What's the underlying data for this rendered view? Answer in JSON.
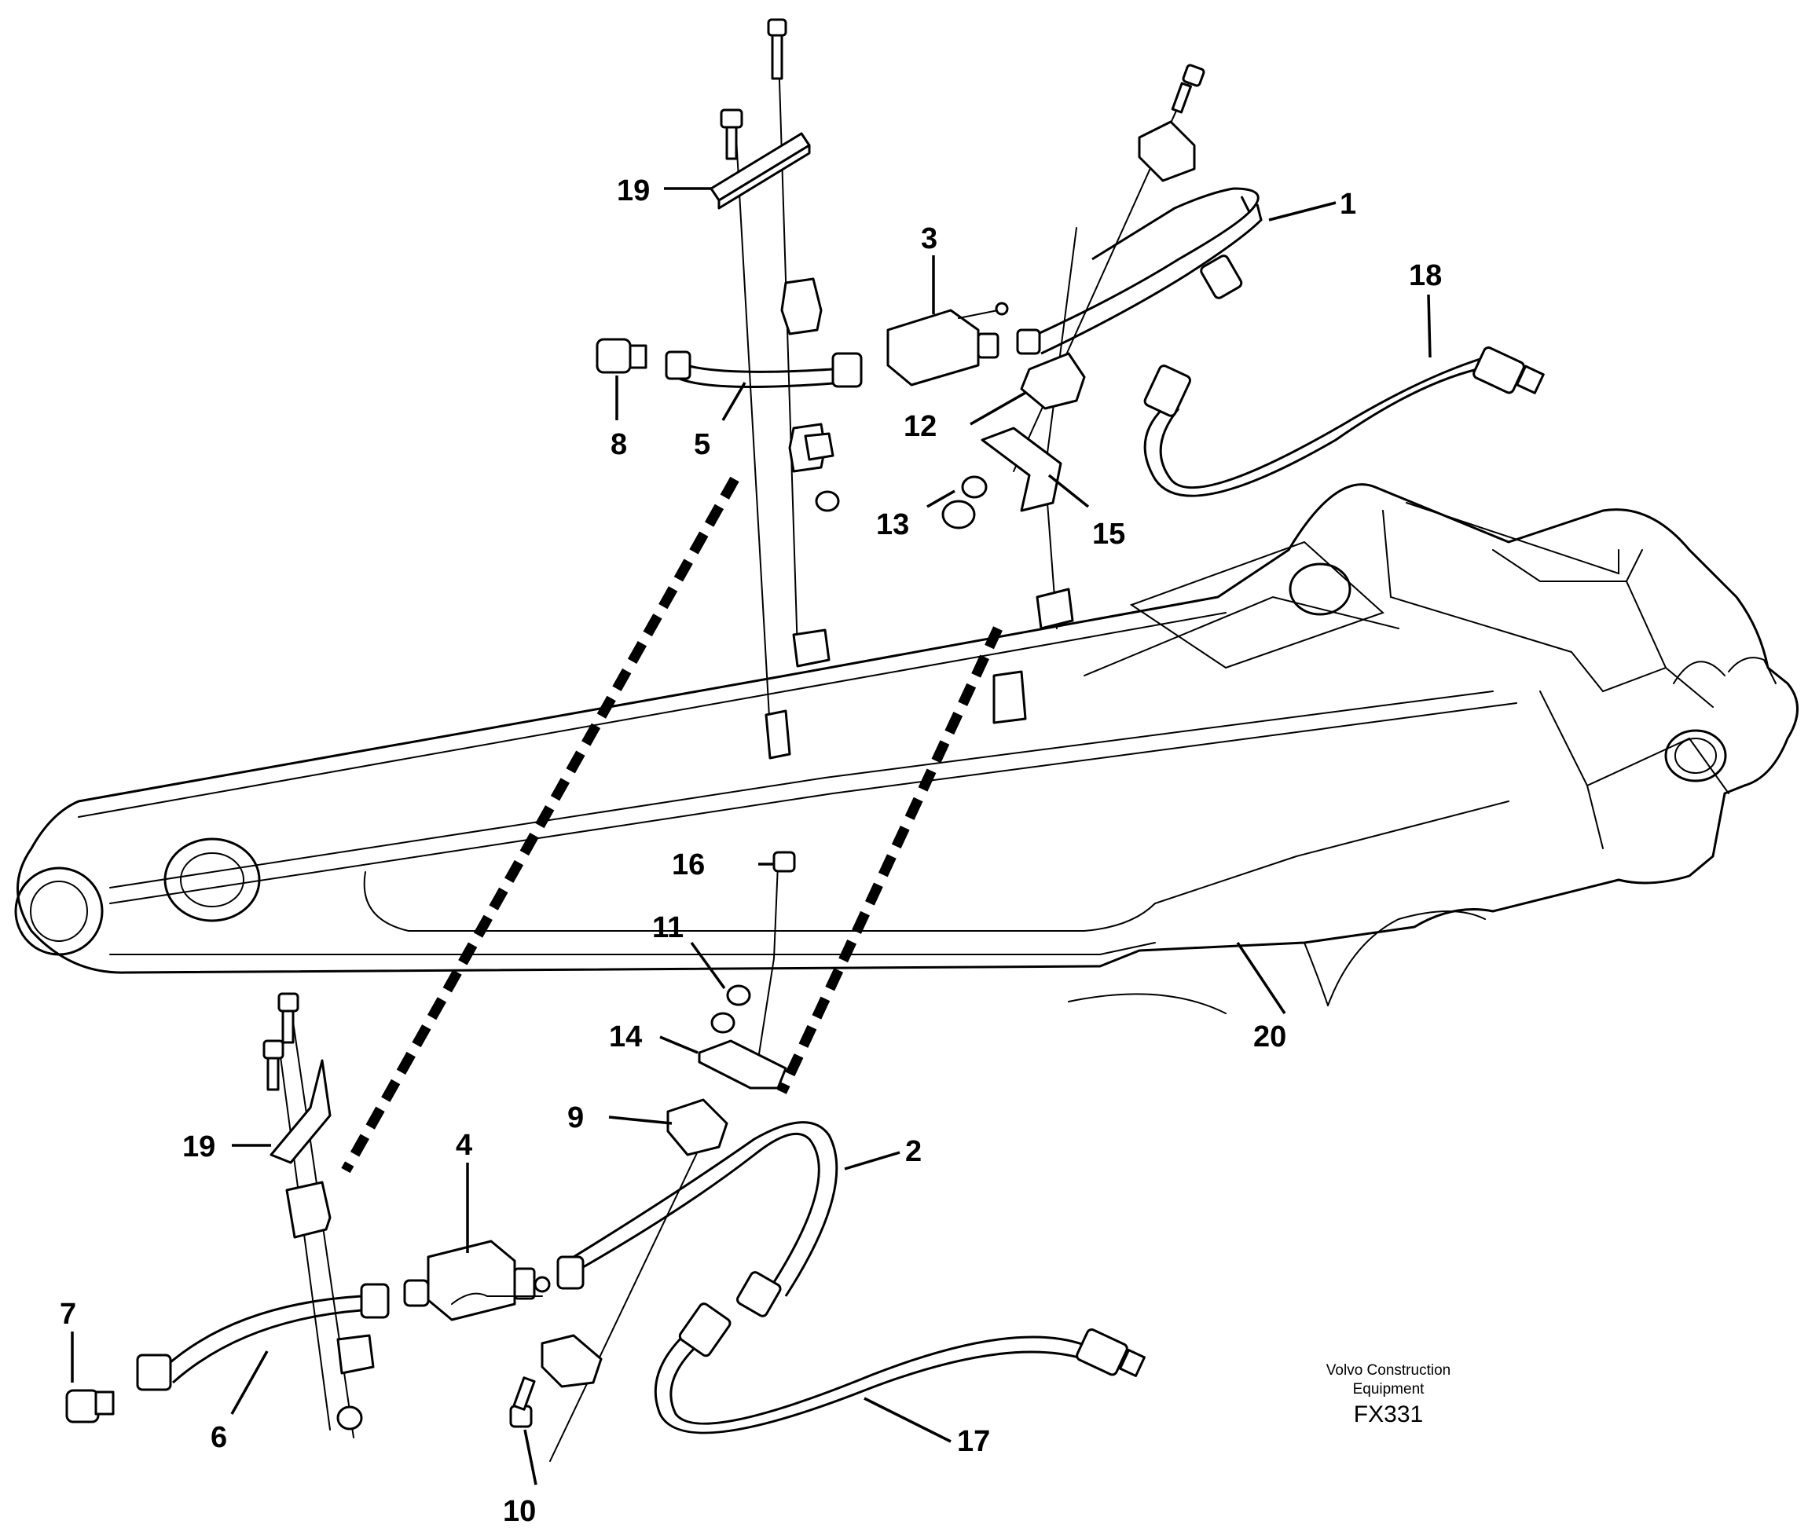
{
  "brand": {
    "line1": "Volvo Construction",
    "line2": "Equipment",
    "code": "FX331"
  },
  "callouts": [
    {
      "id": "c1",
      "label": "1"
    },
    {
      "id": "c2",
      "label": "2"
    },
    {
      "id": "c3",
      "label": "3"
    },
    {
      "id": "c4",
      "label": "4"
    },
    {
      "id": "c5",
      "label": "5"
    },
    {
      "id": "c6",
      "label": "6"
    },
    {
      "id": "c7",
      "label": "7"
    },
    {
      "id": "c8",
      "label": "8"
    },
    {
      "id": "c9",
      "label": "9"
    },
    {
      "id": "c10",
      "label": "10"
    },
    {
      "id": "c11",
      "label": "11"
    },
    {
      "id": "c12",
      "label": "12"
    },
    {
      "id": "c13",
      "label": "13"
    },
    {
      "id": "c14",
      "label": "14"
    },
    {
      "id": "c15",
      "label": "15"
    },
    {
      "id": "c16",
      "label": "16"
    },
    {
      "id": "c17",
      "label": "17"
    },
    {
      "id": "c18",
      "label": "18"
    },
    {
      "id": "c19a",
      "label": "19"
    },
    {
      "id": "c19b",
      "label": "19"
    },
    {
      "id": "c20",
      "label": "20"
    }
  ],
  "colors": {
    "ink": "#000000",
    "paper": "#ffffff"
  }
}
